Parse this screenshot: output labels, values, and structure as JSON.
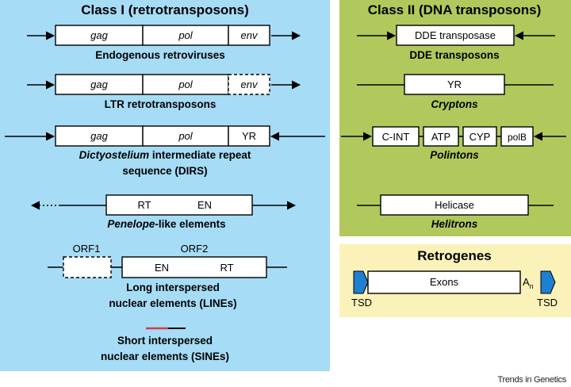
{
  "class1": {
    "title": "Class I (retrotransposons)",
    "erv": {
      "gag": "gag",
      "pol": "pol",
      "env": "env",
      "caption": "Endogenous retroviruses"
    },
    "ltr": {
      "gag": "gag",
      "pol": "pol",
      "env": "env",
      "caption": "LTR retrotransposons"
    },
    "dirs": {
      "gag": "gag",
      "pol": "pol",
      "yr": "YR",
      "caption_italic": "Dictyostelium",
      "caption_rest": " intermediate repeat",
      "caption_line2": "sequence (DIRS)"
    },
    "penelope": {
      "rt": "RT",
      "en": "EN",
      "caption_italic": "Penelope",
      "caption_rest": "-like elements"
    },
    "lines": {
      "orf1": "ORF1",
      "orf2": "ORF2",
      "en": "EN",
      "rt": "RT",
      "caption_line1": "Long interspersed",
      "caption_line2": "nuclear elements (LINEs)"
    },
    "sines": {
      "caption_line1": "Short interspersed",
      "caption_line2": "nuclear elements (SINEs)"
    }
  },
  "class2": {
    "title": "Class II (DNA transposons)",
    "dde": {
      "box": "DDE transposase",
      "caption": "DDE transposons"
    },
    "cryptons": {
      "box": "YR",
      "caption": "Cryptons"
    },
    "polintons": {
      "cint": "C-INT",
      "atp": "ATP",
      "cyp": "CYP",
      "polb": "polB",
      "caption": "Polintons"
    },
    "helitrons": {
      "box": "Helicase",
      "caption": "Helitrons"
    }
  },
  "retrogenes": {
    "title": "Retrogenes",
    "exons": "Exons",
    "tail": "A",
    "tail_sub": "n",
    "tsd_left": "TSD",
    "tsd_right": "TSD"
  },
  "credit": "Trends in Genetics",
  "colors": {
    "class1_bg": "#a6dcf6",
    "class2_bg": "#b1c95c",
    "retrogenes_bg": "#fbf2b9",
    "sine_red": "#d63a4a",
    "tsd_blue": "#1f7fd1"
  }
}
